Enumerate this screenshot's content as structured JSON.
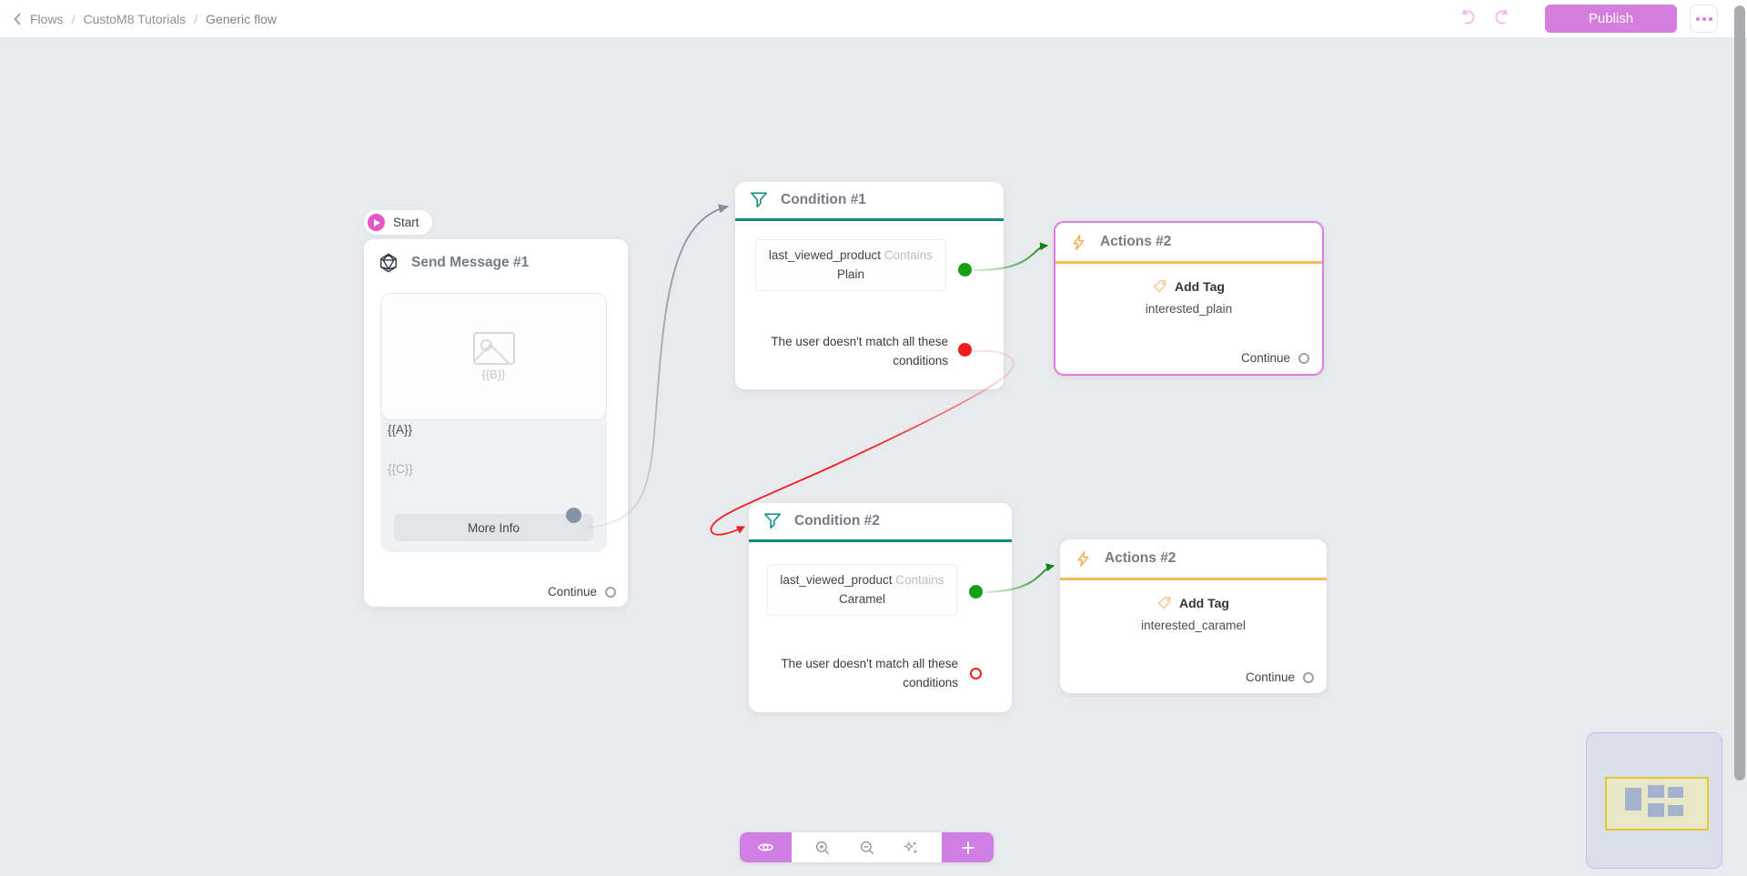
{
  "header": {
    "breadcrumb": {
      "item1": "Flows",
      "sep1": "/",
      "item2": "CustoM8 Tutorials",
      "sep2": "/",
      "item3": "Generic flow"
    },
    "publish_label": "Publish"
  },
  "canvas": {
    "start_label": "Start",
    "send_message": {
      "title": "Send Message #1",
      "image_placeholder": "{{B}}",
      "text_top": "{{A}}",
      "text_bottom": "{{C}}",
      "button_label": "More Info",
      "continue_label": "Continue"
    },
    "condition_1": {
      "title": "Condition #1",
      "field": "last_viewed_product",
      "operator": "Contains",
      "value": "Plain",
      "no_match_line1": "The user doesn't match all these",
      "no_match_line2": "conditions"
    },
    "actions_plain": {
      "title": "Actions #2",
      "action_label": "Add Tag",
      "tag_value": "interested_plain",
      "continue_label": "Continue"
    },
    "condition_2": {
      "title": "Condition #2",
      "field": "last_viewed_product",
      "operator": "Contains",
      "value": "Caramel",
      "no_match_line1": "The user doesn't match all these",
      "no_match_line2": "conditions"
    },
    "actions_caramel": {
      "title": "Actions #2",
      "action_label": "Add Tag",
      "tag_value": "interested_caramel",
      "continue_label": "Continue"
    }
  },
  "colors": {
    "accent_pink": "#d67ee0",
    "teal": "#0d8b7d",
    "orange": "#f6bd55",
    "green": "#13a113",
    "red": "#f11c20",
    "canvas_bg": "#e9eaed"
  }
}
